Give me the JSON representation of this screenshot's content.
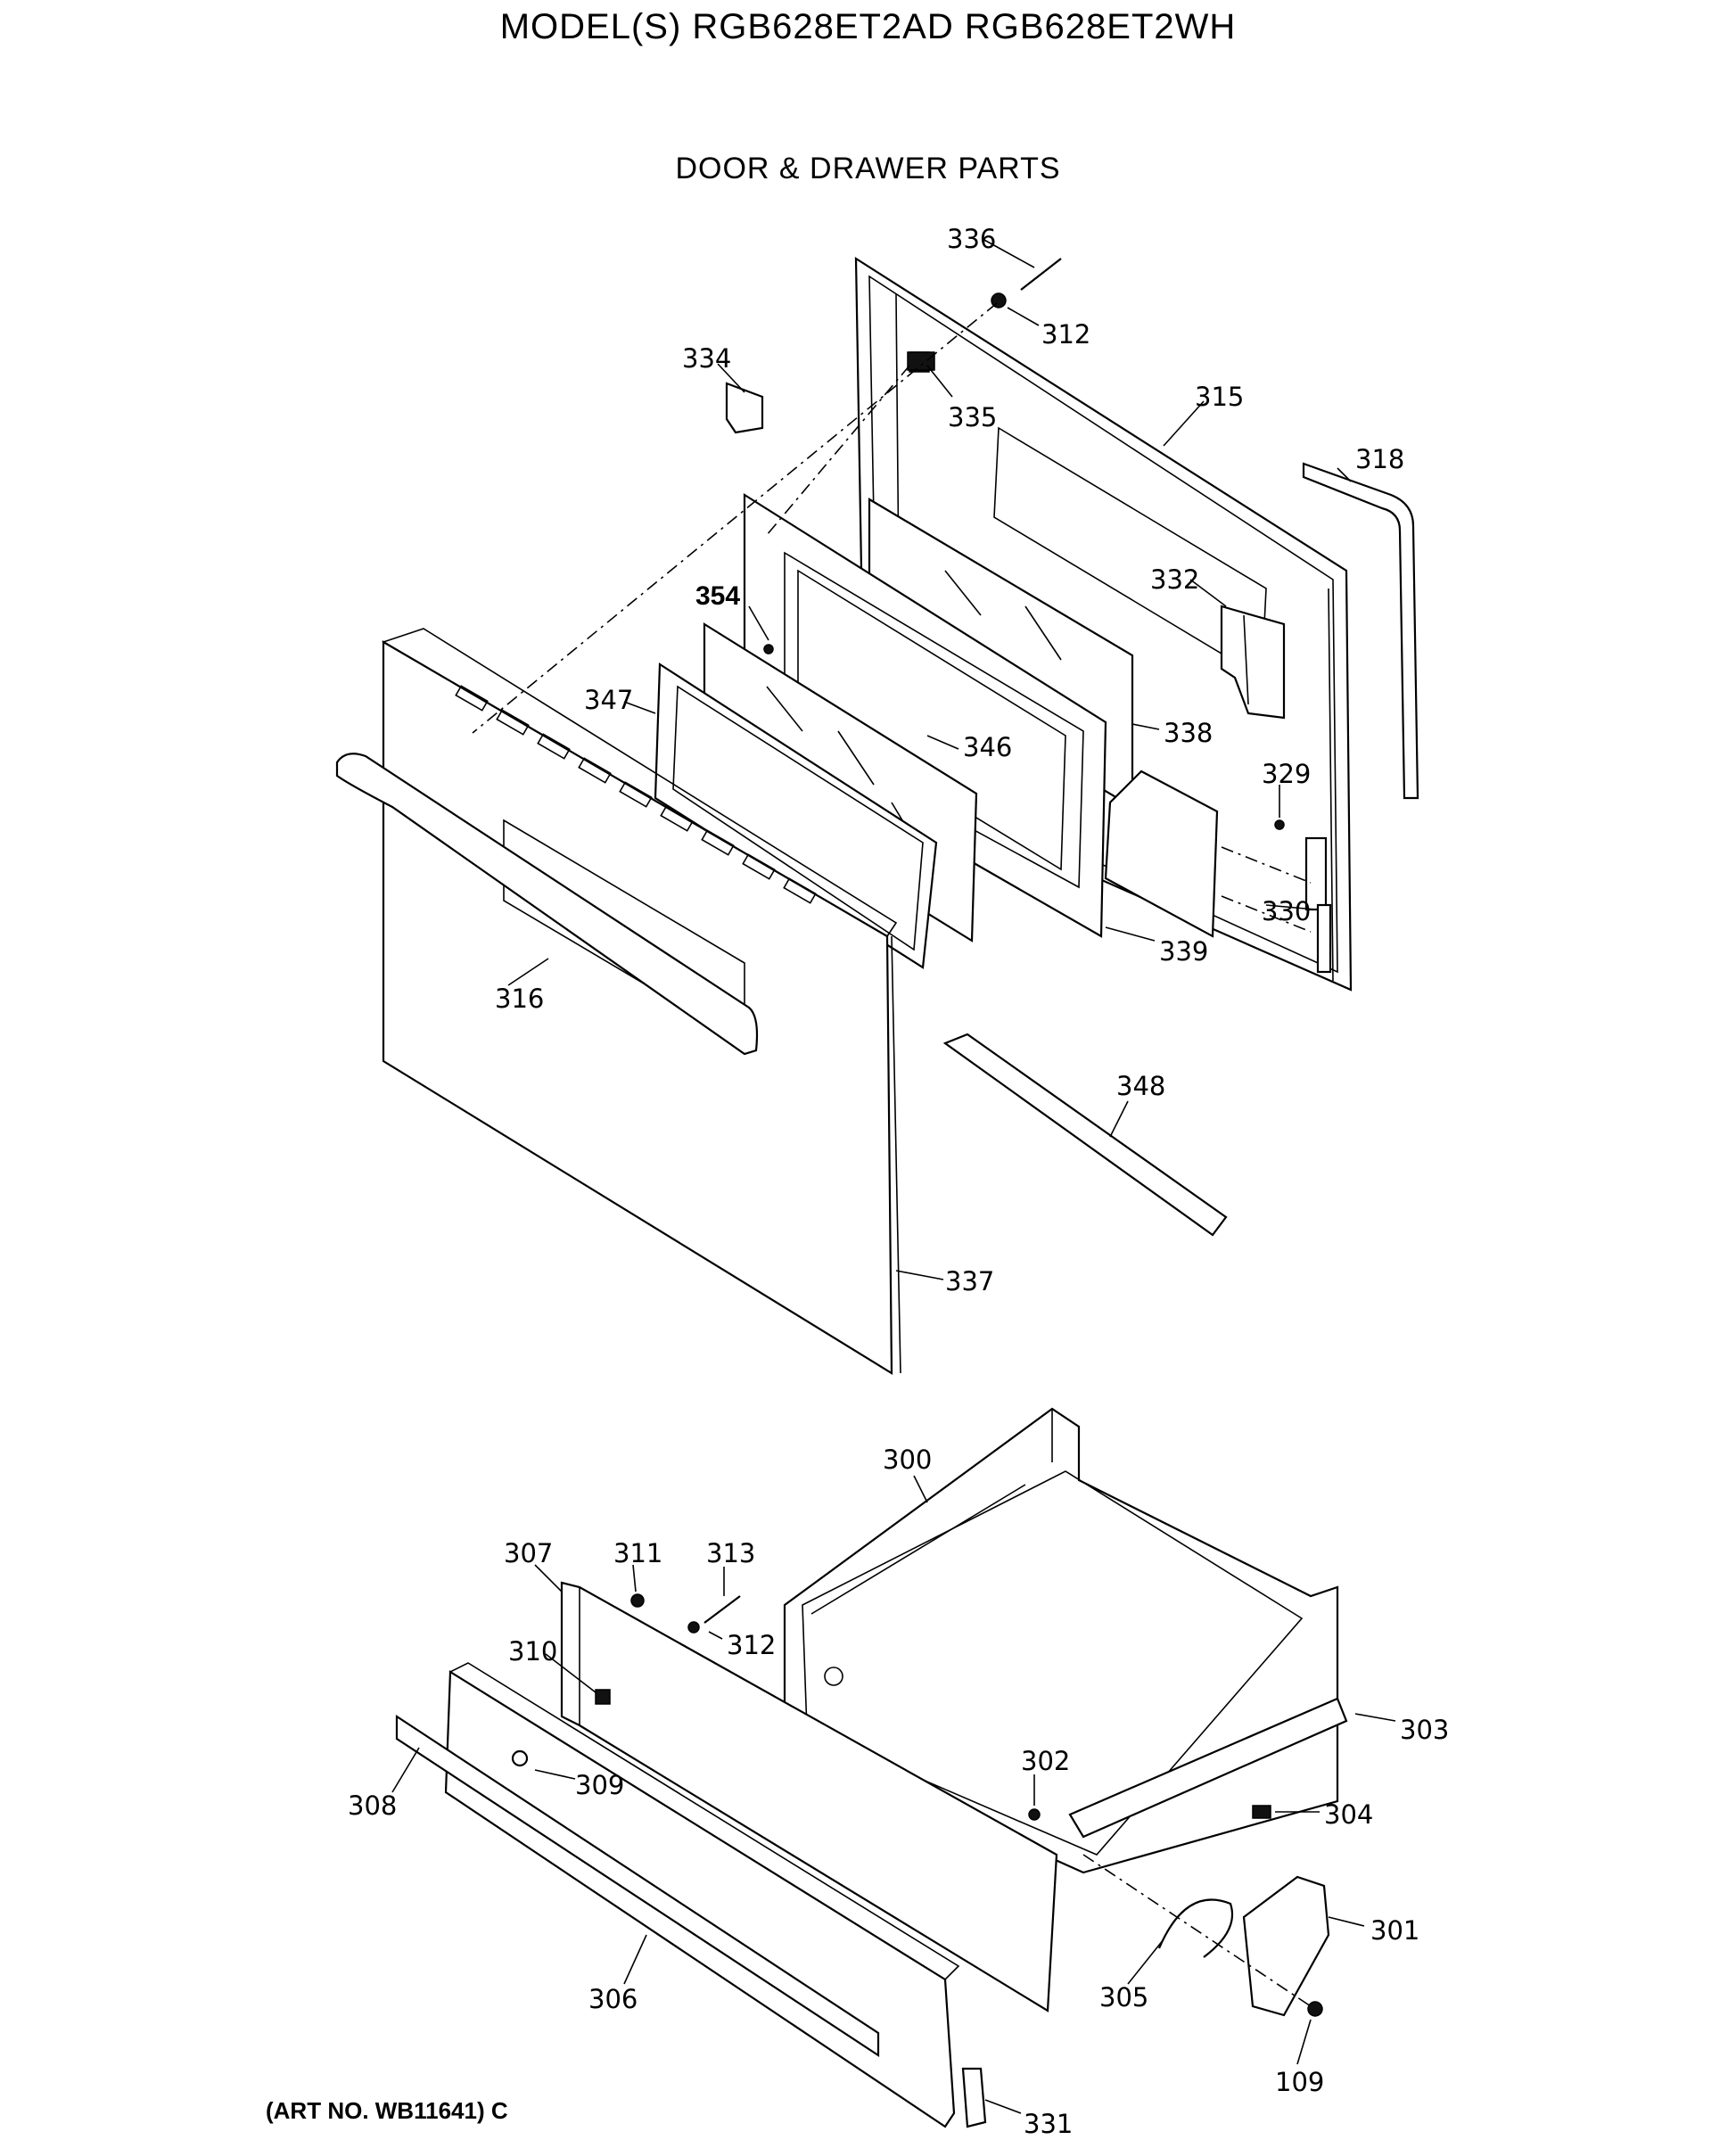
{
  "header": {
    "model_title": "MODEL(S) RGB628ET2AD  RGB628ET2WH",
    "section_title": "DOOR & DRAWER PARTS"
  },
  "footer": {
    "art_number": "(ART NO. WB11641) C"
  },
  "callouts": {
    "p336": "336",
    "p312a": "312",
    "p334": "334",
    "p335": "335",
    "p315": "315",
    "p318": "318",
    "p332": "332",
    "p354": "354",
    "p347": "347",
    "p346": "346",
    "p338": "338",
    "p329": "329",
    "p330": "330",
    "p339": "339",
    "p316": "316",
    "p348": "348",
    "p337": "337",
    "p300": "300",
    "p307": "307",
    "p311": "311",
    "p313": "313",
    "p312b": "312",
    "p310": "310",
    "p303": "303",
    "p302": "302",
    "p304": "304",
    "p309": "309",
    "p308": "308",
    "p301": "301",
    "p305": "305",
    "p306": "306",
    "p109": "109",
    "p331": "331"
  }
}
